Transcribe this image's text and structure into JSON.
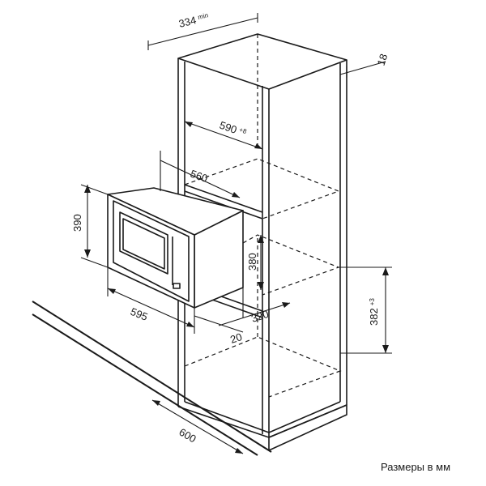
{
  "caption": "Размеры в мм",
  "dimensions": {
    "top_depth": "334",
    "top_depth_note": "min",
    "side_offset": "18",
    "inner_width": "590",
    "inner_width_note": "+8",
    "shelf_width": "560",
    "device_height": "390",
    "niche_height": "380",
    "niche_height_vertical": "382",
    "niche_height_vertical_note": "+3",
    "device_width": "595",
    "device_depth": "320",
    "front_offset": "20",
    "cabinet_depth": "600"
  },
  "colors": {
    "line": "#1a1a1a",
    "device_body": "#ffffff"
  }
}
